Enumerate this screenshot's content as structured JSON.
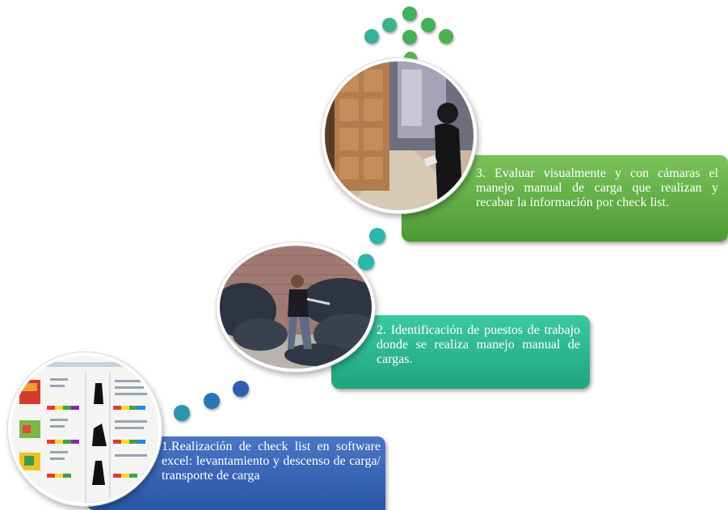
{
  "steps": [
    {
      "text": "1.Realización de check list en software excel: levantamiento y descenso de carga/ transporte de carga",
      "color": "#2f5db0"
    },
    {
      "text": "2. Identificación de puestos de trabajo donde se realiza manejo manual de cargas.",
      "color": "#2bb38c"
    },
    {
      "text": "3. Evaluar visualmente y con cámaras el manejo manual de carga que realizan y recabar la información por check list.",
      "color": "#5fad43"
    }
  ],
  "dot_colors": {
    "blue": "#2f5db0",
    "teal": "#2bb38c",
    "green": "#5fad43"
  }
}
